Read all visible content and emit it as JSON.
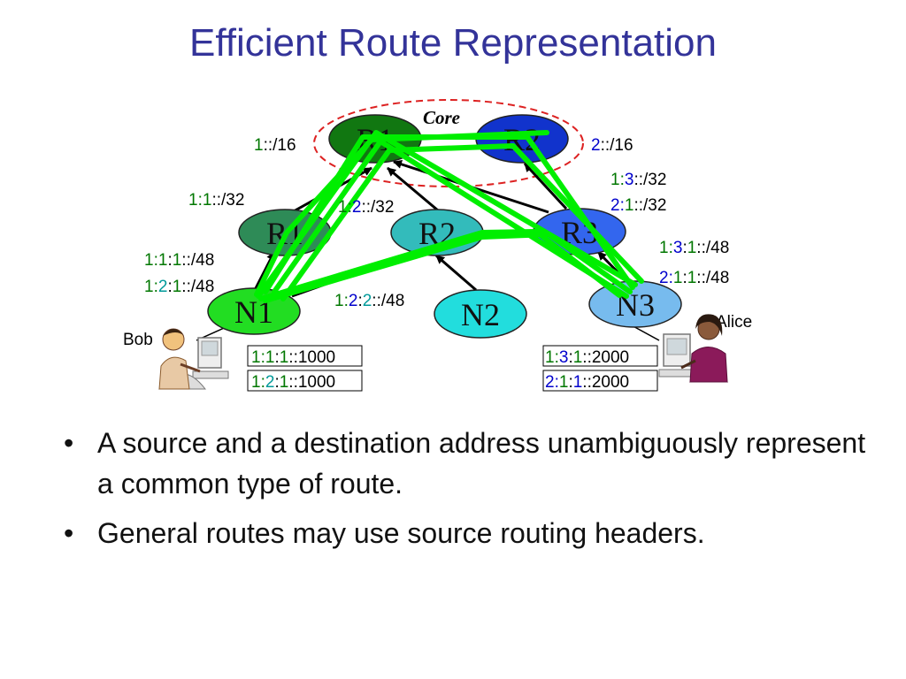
{
  "title": "Efficient Route Representation",
  "colors": {
    "title": "#333399",
    "route": "#00ee00",
    "core_ellipse": "#dd2222",
    "r1_core": "#117711",
    "r2_core": "#1133cc",
    "r_left": "#2e8b57",
    "r_mid": "#33bbbb",
    "r_right": "#3366ee",
    "n_nodes": "#22dd22",
    "n2": "#22dddd",
    "n3": "#77bbee",
    "digit_green": "#007700",
    "digit_blue": "#0000cc",
    "digit_teal": "#009999"
  },
  "core_label": "Core",
  "nodes": {
    "r1_core": "R1",
    "r2_core": "R2",
    "r1": "R1",
    "r2": "R2",
    "r3": "R3",
    "n1": "N1",
    "n2": "N2",
    "n3": "N3"
  },
  "prefix_labels": {
    "core1": [
      "1",
      "::/16"
    ],
    "core2": [
      "2",
      "::/16"
    ],
    "r1": [
      "1:",
      "1",
      "::/32"
    ],
    "r2": [
      "1:",
      "2",
      "::/32"
    ],
    "r3_a": [
      "1:",
      "3",
      "::/32"
    ],
    "r3_b": [
      "2:",
      "1",
      "::/32"
    ],
    "n1_a": [
      "1:",
      "1",
      ":",
      "1",
      "::/48"
    ],
    "n1_b": [
      "1:",
      "2",
      ":",
      "1",
      "::/48"
    ],
    "n2": [
      "1:",
      "2",
      ":",
      "2",
      "::/48"
    ],
    "n3_a": [
      "1:",
      "3",
      ":",
      "1",
      "::/48"
    ],
    "n3_b": [
      "2:",
      "1",
      ":",
      "1",
      "::/48"
    ]
  },
  "people": {
    "bob": "Bob",
    "alice": "Alice"
  },
  "addresses": {
    "bob": [
      [
        "1:",
        "1",
        ":",
        "1",
        "::1000"
      ],
      [
        "1:",
        "2",
        ":",
        "1",
        "::1000"
      ]
    ],
    "alice": [
      [
        "1:",
        "3",
        ":",
        "1",
        "::2000"
      ],
      [
        "2:",
        "1",
        ":",
        "1",
        "::2000"
      ]
    ]
  },
  "bullets": [
    "A source and a destination address unambiguously represent a common type of route.",
    "General routes may use source routing headers."
  ],
  "bullet_symbol": "•"
}
